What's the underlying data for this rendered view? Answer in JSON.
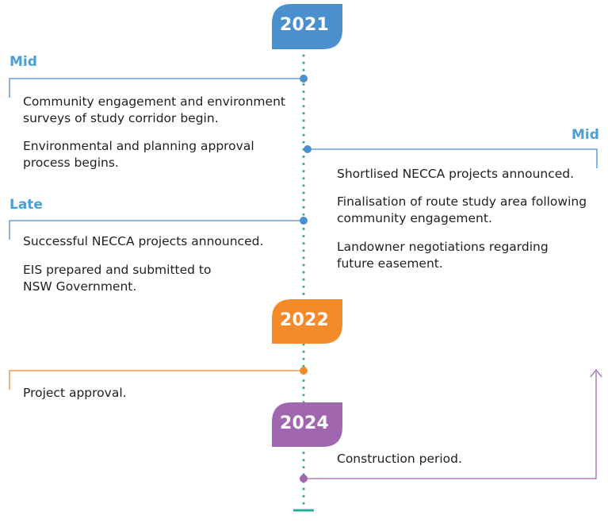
{
  "colors": {
    "blue": "#4a90cf",
    "label_blue": "#4a9fd4",
    "orange": "#f58a2a",
    "purple": "#a066b0",
    "spine": "#2aaa9e"
  },
  "years": {
    "y2021": "2021",
    "y2022": "2022",
    "y2024": "2024"
  },
  "periods": {
    "mid_left": "Mid",
    "mid_right": "Mid",
    "late_left": "Late"
  },
  "entries": {
    "community_engagement": "Community engagement and environment surveys of study corridor begin.",
    "approval_process": "Environmental and planning approval process begins.",
    "shortlisted": "Shortlised NECCA projects announced.",
    "finalisation": "Finalisation of route study area following community engagement.",
    "landowner": "Landowner negotiations regarding future easement.",
    "successful_necca": "Successful NECCA projects announced.",
    "eis": "EIS prepared and submitted to NSW Government.",
    "project_approval": "Project approval.",
    "construction": "Construction period."
  }
}
